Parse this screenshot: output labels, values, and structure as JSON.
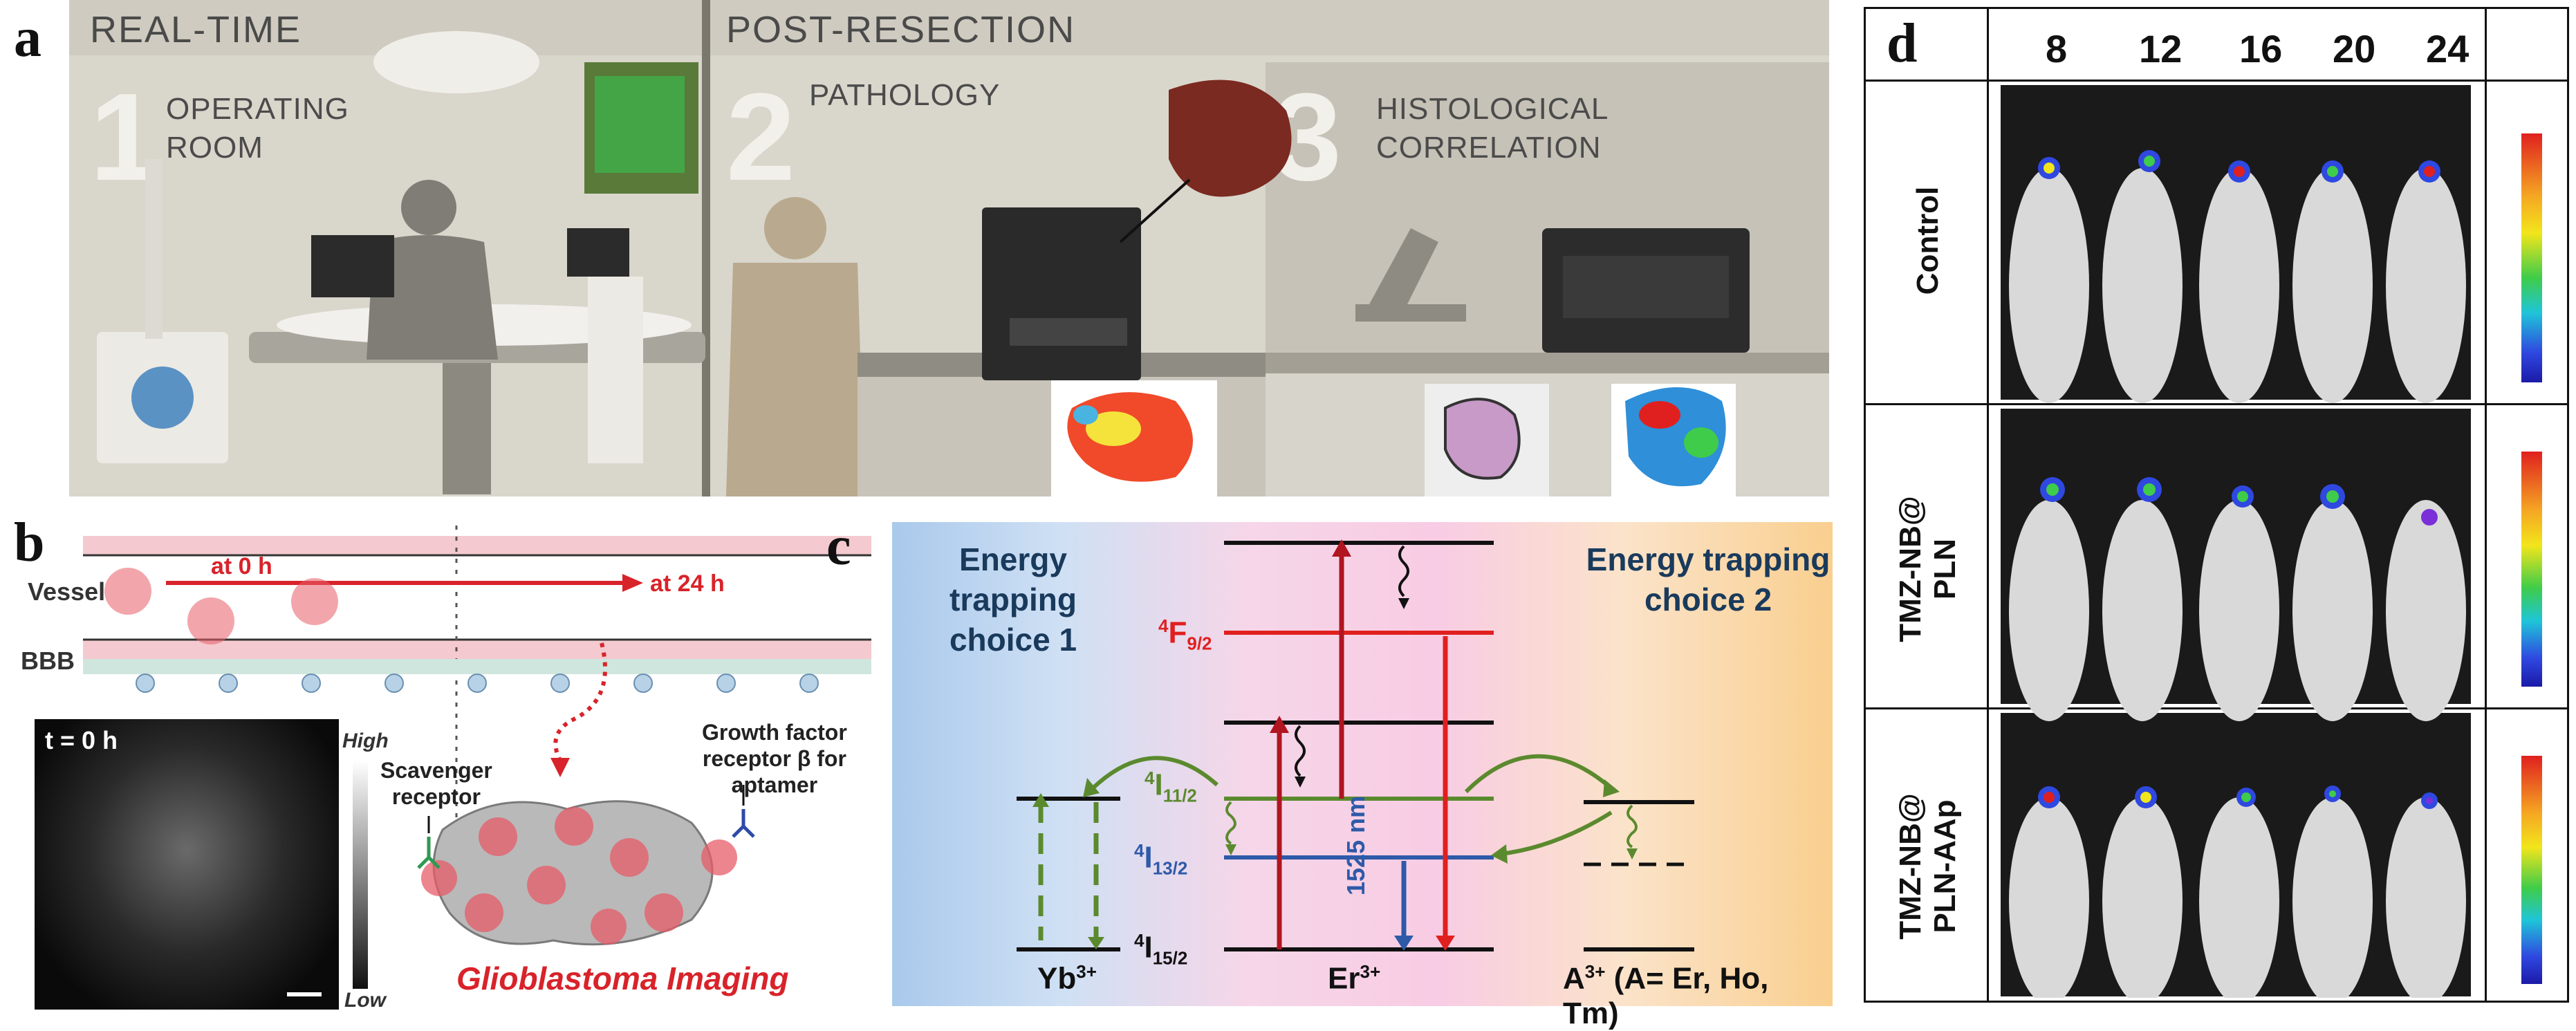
{
  "panel_letters": {
    "a": "a",
    "b": "b",
    "c": "c",
    "d": "d"
  },
  "panel_a": {
    "header_left": "REAL-TIME",
    "header_right": "POST-RESECTION",
    "steps": [
      {
        "num": "1",
        "line1": "OPERATING",
        "line2": "ROOM"
      },
      {
        "num": "2",
        "line1": "PATHOLOGY",
        "line2": ""
      },
      {
        "num": "3",
        "line1": "HISTOLOGICAL",
        "line2": "CORRELATION"
      }
    ]
  },
  "panel_b": {
    "vessel": "Vessel",
    "bbb": "BBB",
    "time_start": "at 0 h",
    "time_end": "at 24 h",
    "inset_time": "t = 0 h",
    "high": "High",
    "low": "Low",
    "scavenger_line1": "Scavenger",
    "scavenger_line2": "receptor",
    "growth_line1": "Growth factor",
    "growth_line2": "receptor β for",
    "growth_line3": "aptamer",
    "title": "Glioblastoma Imaging",
    "colors": {
      "red": "#d8232a",
      "vessel_pink": "#f4c9cf"
    }
  },
  "panel_c": {
    "left_title_1": "Energy trapping",
    "left_title_2": "choice 1",
    "right_title_1": "Energy trapping",
    "right_title_2": "choice 2",
    "level_f92": "F",
    "level_f92_sup": "4",
    "level_f92_sub": "9/2",
    "level_i112": "I",
    "level_i112_sup": "4",
    "level_i112_sub": "11/2",
    "level_i132": "I",
    "level_i132_sup": "4",
    "level_i132_sub": "13/2",
    "level_i152": "I",
    "level_i152_sup": "4",
    "level_i152_sub": "15/2",
    "emission": "1525 nm",
    "ion_yb": "Yb",
    "ion_yb_sup": "3+",
    "ion_er": "Er",
    "ion_er_sup": "3+",
    "ion_a": "A",
    "ion_a_sup": "3+",
    "ion_a_rest": " (A= Er, Ho, Tm)",
    "colors": {
      "red": "#e0201f",
      "green": "#5b8a2e",
      "blue": "#2e5aa8",
      "dark_red": "#b01520"
    }
  },
  "panel_d": {
    "columns": [
      "8",
      "12",
      "16",
      "20",
      "24"
    ],
    "rows": [
      {
        "line1": "Control",
        "line2": ""
      },
      {
        "line1": "TMZ-NB@",
        "line2": "PLN"
      },
      {
        "line1": "TMZ-NB@",
        "line2": "PLN-AAp"
      }
    ]
  }
}
